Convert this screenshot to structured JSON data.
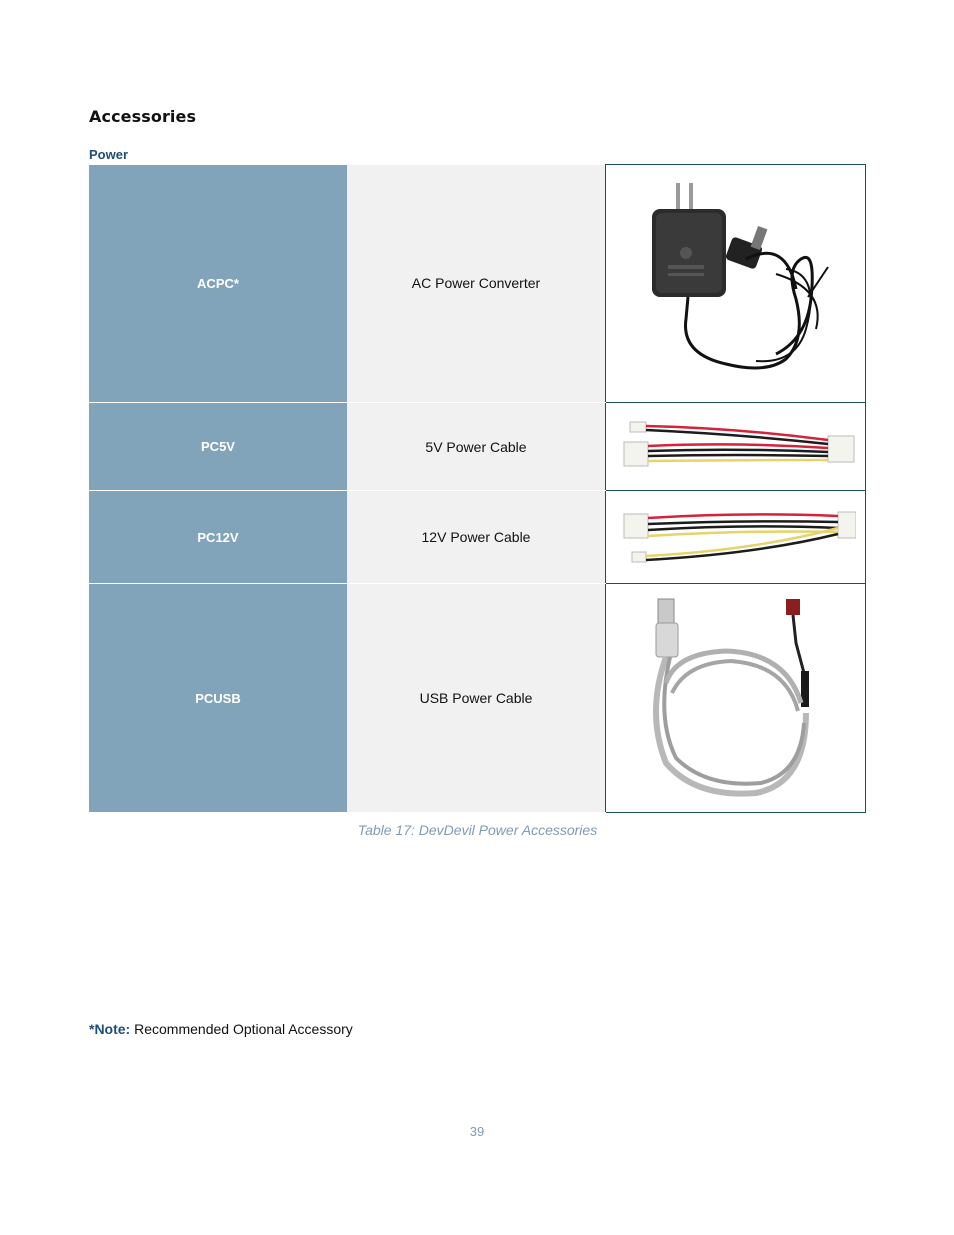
{
  "section_title": "Accessories",
  "subsection_title": "Power",
  "table": {
    "rows": [
      {
        "code": "ACPC*",
        "description": "AC Power Converter",
        "image_icon": "ac-power-adapter-photo"
      },
      {
        "code": "PC5V",
        "description": "5V Power Cable",
        "image_icon": "5v-power-cable-photo"
      },
      {
        "code": "PC12V",
        "description": "12V Power Cable",
        "image_icon": "12v-power-cable-photo"
      },
      {
        "code": "PCUSB",
        "description": "USB Power Cable",
        "image_icon": "usb-power-cable-photo"
      }
    ],
    "caption": "Table 17: DevDevil Power Accessories"
  },
  "note": {
    "label": "*Note:",
    "text": " Recommended Optional Accessory"
  },
  "page_number": "39",
  "colors": {
    "code_cell_bg": "#81a4bb",
    "desc_cell_bg": "#f1f1f1",
    "heading_blue": "#1f4e79",
    "caption_color": "#7f9bb3"
  }
}
